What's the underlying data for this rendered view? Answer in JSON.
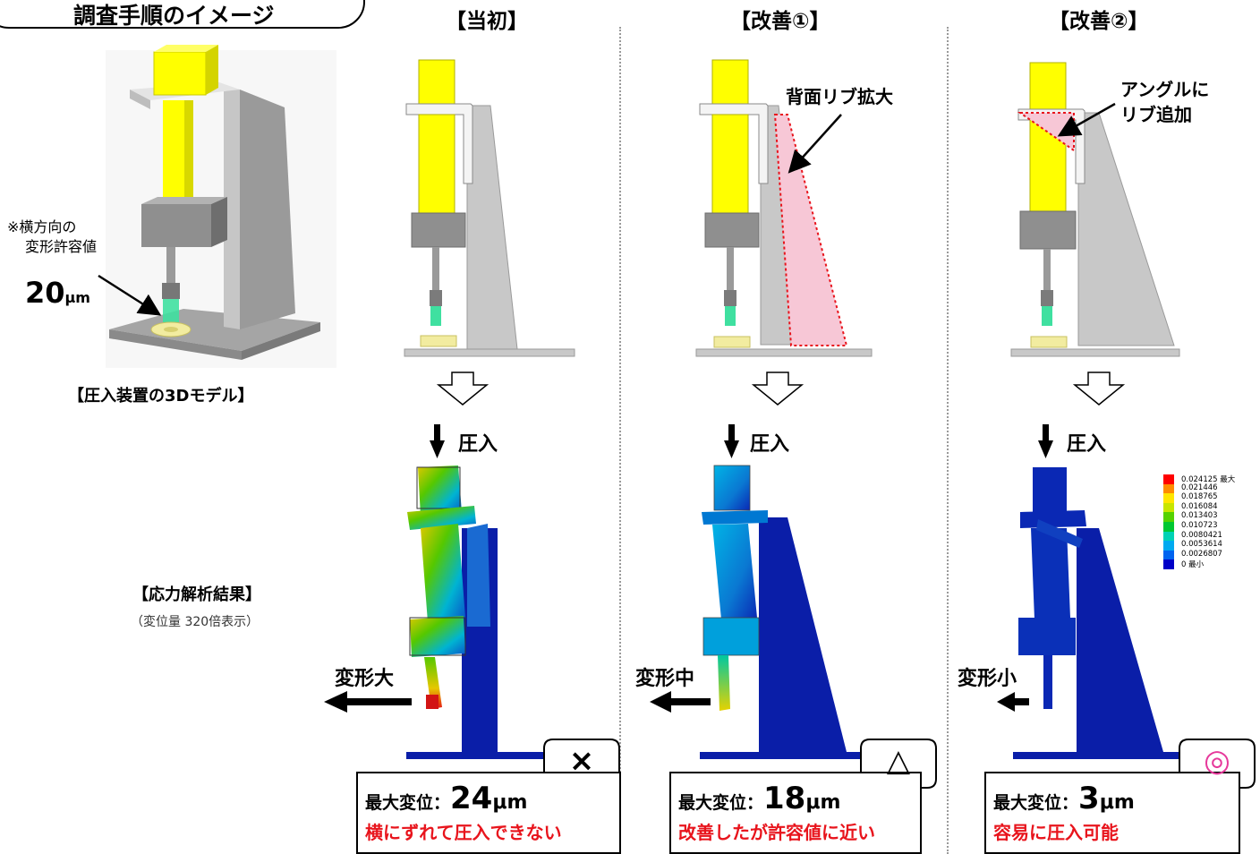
{
  "title": "調査手順のイメージ",
  "left": {
    "note_line1": "※横方向の",
    "note_line2": "変形許容値",
    "allowance_value": "20",
    "allowance_unit": "μm",
    "model_caption": "【圧入装置の3Dモデル】",
    "analysis_caption": "【応力解析結果】",
    "analysis_sub": "（変位量 320倍表示）"
  },
  "columns": [
    {
      "heading": "【当初】",
      "press_label": "圧入",
      "deform_label": "変形大",
      "result_prefix": "最大変位：",
      "result_value": "24",
      "result_unit": "μm",
      "verdict": "横にずれて圧入できない",
      "mark": "×",
      "mark_color": "#000000"
    },
    {
      "heading": "【改善①】",
      "annotation": "背面リブ拡大",
      "press_label": "圧入",
      "deform_label": "変形中",
      "result_prefix": "最大変位：",
      "result_value": "18",
      "result_unit": "μm",
      "verdict": "改善したが許容値に近い",
      "mark": "△",
      "mark_color": "#000000"
    },
    {
      "heading": "【改善②】",
      "annotation_line1": "アングルに",
      "annotation_line2": "リブ追加",
      "press_label": "圧入",
      "deform_label": "変形小",
      "result_prefix": "最大変位：",
      "result_value": "3",
      "result_unit": "μm",
      "verdict": "容易に圧入可能",
      "mark": "◎",
      "mark_color": "#e6399b"
    }
  ],
  "legend": [
    {
      "label": "0.024125 最大",
      "color": "#ff0000"
    },
    {
      "label": "0.021446",
      "color": "#ff8c00"
    },
    {
      "label": "0.018765",
      "color": "#ffe600"
    },
    {
      "label": "0.016084",
      "color": "#c8e600"
    },
    {
      "label": "0.013403",
      "color": "#55d200"
    },
    {
      "label": "0.010723",
      "color": "#00c832"
    },
    {
      "label": "0.0080421",
      "color": "#00d2b4"
    },
    {
      "label": "0.0053614",
      "color": "#00aaf0"
    },
    {
      "label": "0.0026807",
      "color": "#0064f0"
    },
    {
      "label": "0 最小",
      "color": "#0000c8"
    }
  ],
  "colors": {
    "yellow": "#ffff00",
    "steel": "#bdbdbd",
    "rib_fill": "#f7c7d6",
    "rib_border": "#e8141c",
    "fea_blue": "#0a1ea8",
    "verdict_red": "#e8141c"
  }
}
